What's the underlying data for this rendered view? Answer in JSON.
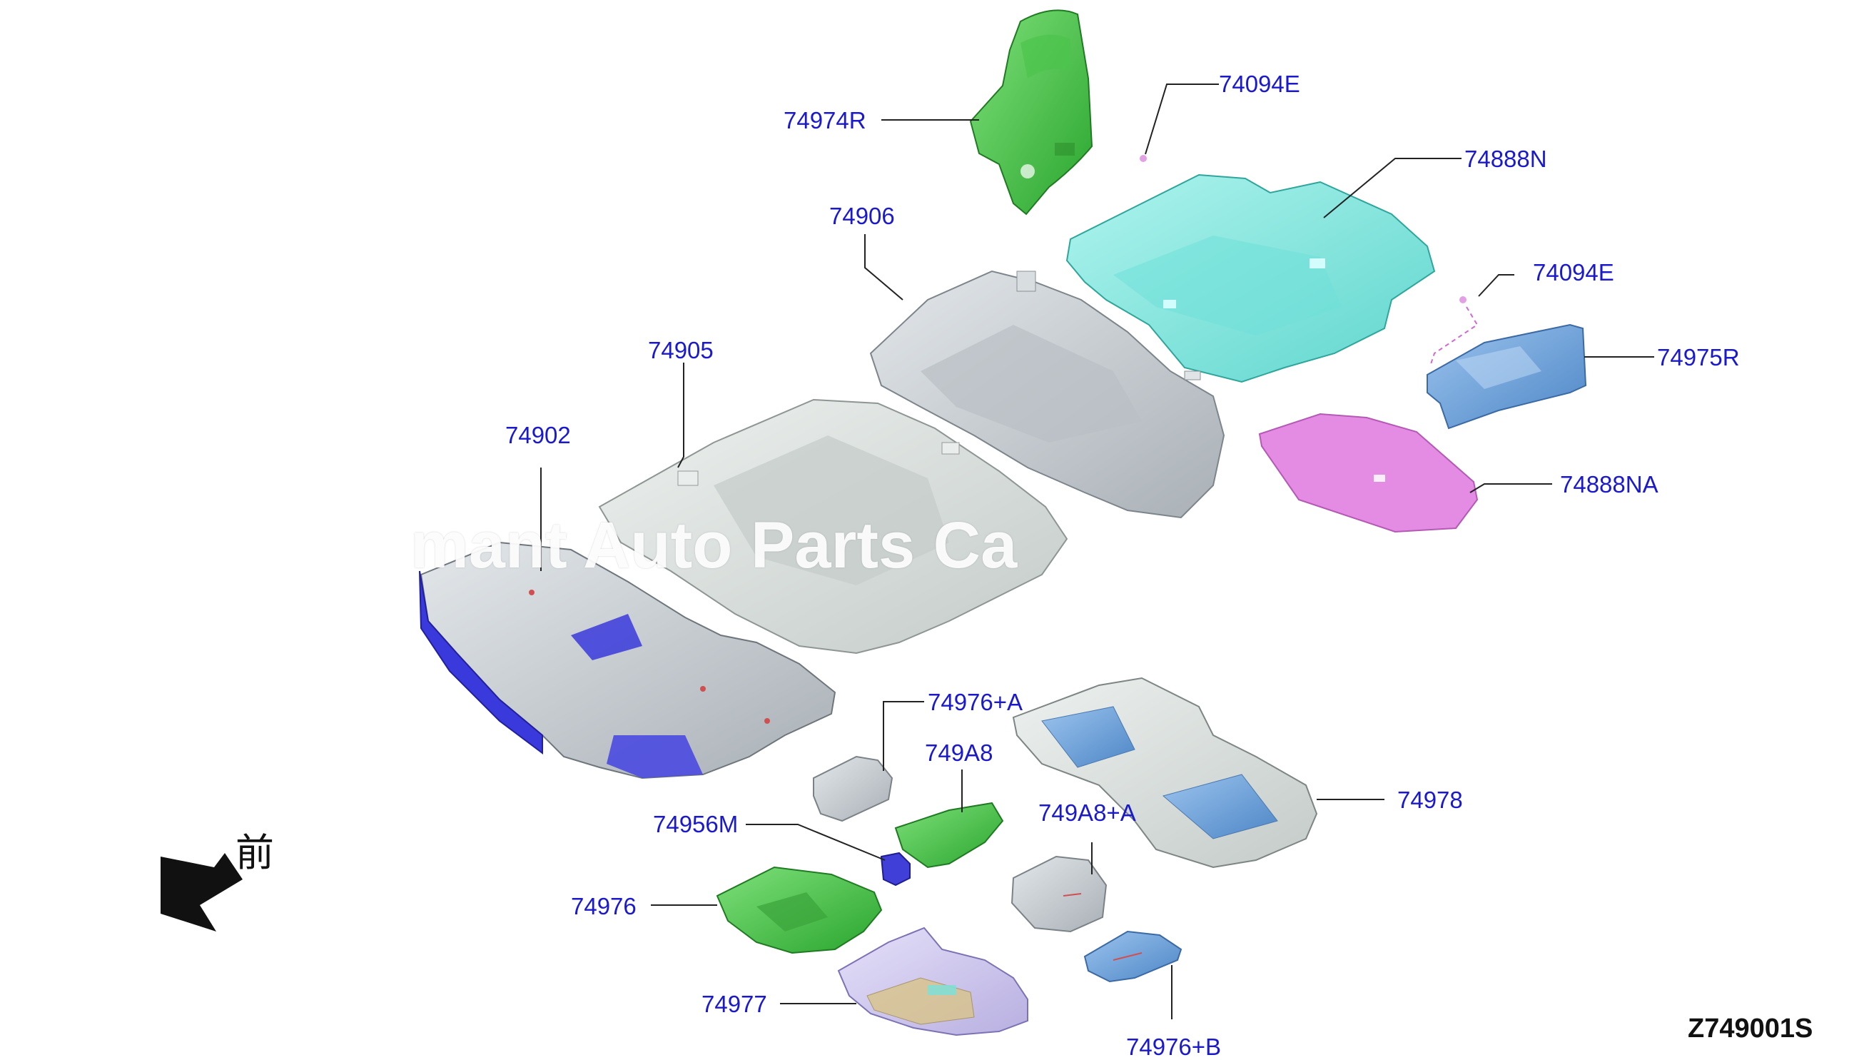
{
  "diagram": {
    "reference_code": "Z749001S",
    "front_label": "前",
    "watermark": "mant Auto Parts Ca",
    "colors": {
      "label": "#1a1acc",
      "leader": "#222222",
      "green": "#3cbf3c",
      "cyan": "#7fe8e0",
      "pink": "#e48be4",
      "grey": "#c9ced2",
      "blue": "#6fa6dc",
      "lavender": "#cfc8ee",
      "accent_blue": "#3a3adc"
    },
    "callouts": [
      {
        "id": "74974R"
      },
      {
        "id": "74094E"
      },
      {
        "id": "74888N"
      },
      {
        "id": "74906"
      },
      {
        "id": "74094E"
      },
      {
        "id": "74975R"
      },
      {
        "id": "74905"
      },
      {
        "id": "74902"
      },
      {
        "id": "74888NA"
      },
      {
        "id": "74976+A"
      },
      {
        "id": "749A8"
      },
      {
        "id": "74978"
      },
      {
        "id": "749A8+A"
      },
      {
        "id": "74956M"
      },
      {
        "id": "74976"
      },
      {
        "id": "74977"
      },
      {
        "id": "74976+B"
      }
    ]
  }
}
